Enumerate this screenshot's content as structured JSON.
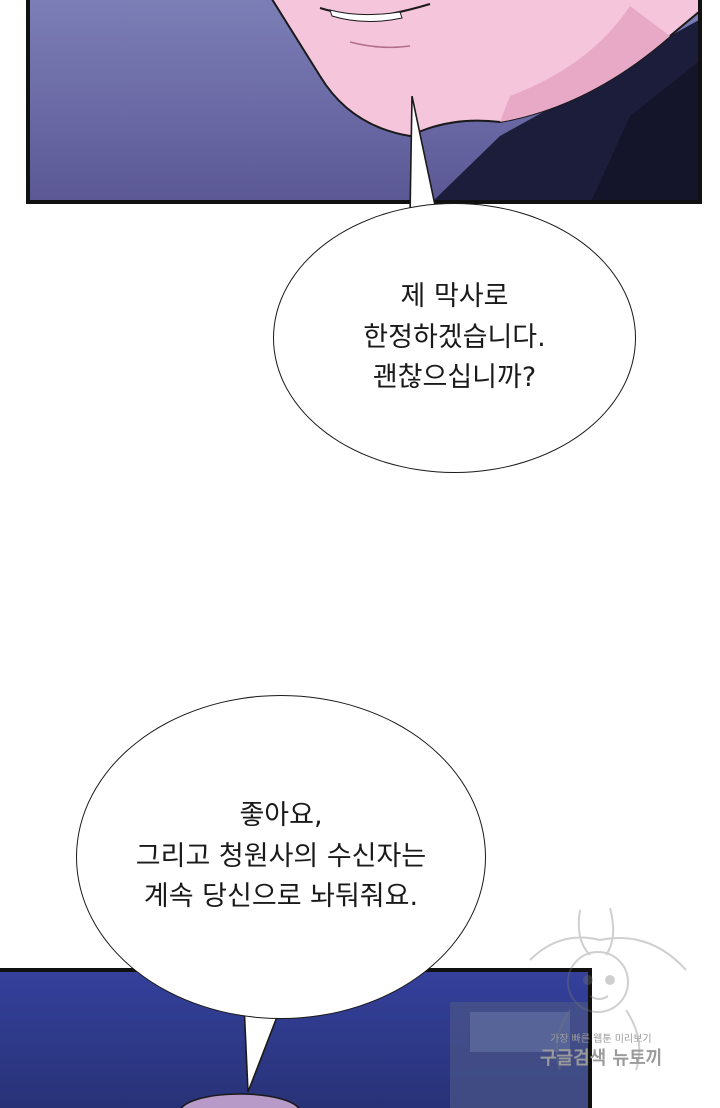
{
  "bubbles": [
    {
      "text": "제 막사로\n한정하겠습니다.\n괜찮으십니까?"
    },
    {
      "text": "좋아요,\n그리고 청원사의 수신자는\n계속 당신으로 놔둬줘요."
    }
  ],
  "watermark": {
    "line1": "가장 빠른 웹툰 미리보기",
    "line2": "구글검색 뉴토끼"
  },
  "colors": {
    "panel_top": "#6b6aa6",
    "panel_bottom": "#2d3886",
    "skin": "#f4c6da",
    "outline": "#111111"
  }
}
